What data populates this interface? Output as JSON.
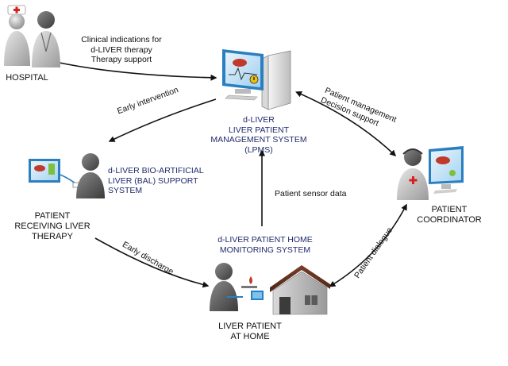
{
  "nodes": {
    "hospital": {
      "label": "HOSPITAL"
    },
    "lpms": {
      "lines": [
        "d-LIVER",
        "LIVER PATIENT",
        "MANAGEMENT SYSTEM",
        "(LPMS)"
      ]
    },
    "bal_patient": {
      "lines": [
        "PATIENT",
        "RECEIVING LIVER",
        "THERAPY"
      ]
    },
    "bal_system": {
      "lines": [
        "d-LIVER BIO-ARTIFICIAL",
        "LIVER (BAL) SUPPORT",
        "SYSTEM"
      ]
    },
    "coordinator": {
      "lines": [
        "PATIENT",
        "COORDINATOR"
      ]
    },
    "home_system": {
      "lines": [
        "d-LIVER PATIENT HOME",
        "MONITORING SYSTEM"
      ]
    },
    "home_patient": {
      "lines": [
        "LIVER PATIENT",
        "AT HOME"
      ]
    }
  },
  "flows": {
    "hospital_to_lpms": [
      "Clinical indications for",
      "d-LIVER therapy",
      "Therapy support"
    ],
    "early_intervention": "Early intervention",
    "patient_management": [
      "Patient management",
      "Decision support"
    ],
    "patient_sensor_data": "Patient sensor data",
    "early_discharge": "Early discharge",
    "patient_dialogue": "Patient dialogue"
  },
  "colors": {
    "arrow": "#111111",
    "system_text": "#1f2a6b",
    "figure_dark": "#5b5b5b",
    "monitor_blue": "#2a7fc0",
    "red_cross": "#d62020"
  }
}
